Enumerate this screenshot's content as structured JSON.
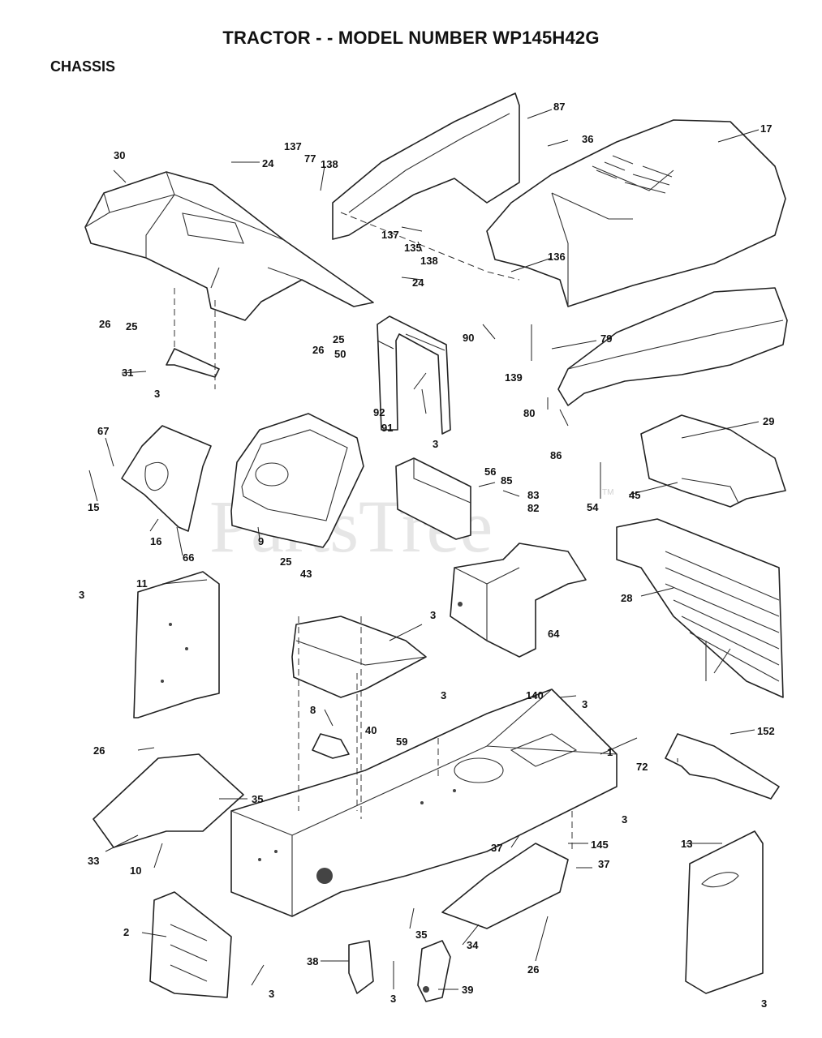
{
  "title": "TRACTOR - - MODEL NUMBER WP145H42G",
  "section": "CHASSIS",
  "watermark": {
    "text": "PartsTree",
    "trademark": "TM"
  },
  "callouts": [
    "87",
    "36",
    "17",
    "30",
    "24",
    "137",
    "77",
    "138",
    "137",
    "135",
    "138",
    "136",
    "24",
    "25",
    "26",
    "26",
    "25",
    "90",
    "50",
    "139",
    "79",
    "31",
    "3",
    "92",
    "91",
    "80",
    "3",
    "86",
    "29",
    "67",
    "15",
    "16",
    "66",
    "9",
    "56",
    "85",
    "83",
    "82",
    "25",
    "43",
    "54",
    "45",
    "28",
    "11",
    "3",
    "3",
    "64",
    "40",
    "8",
    "59",
    "140",
    "3",
    "3",
    "1",
    "152",
    "72",
    "26",
    "35",
    "33",
    "10",
    "37",
    "145",
    "37",
    "13",
    "3",
    "2",
    "3",
    "35",
    "34",
    "26",
    "38",
    "3",
    "39",
    "3"
  ]
}
